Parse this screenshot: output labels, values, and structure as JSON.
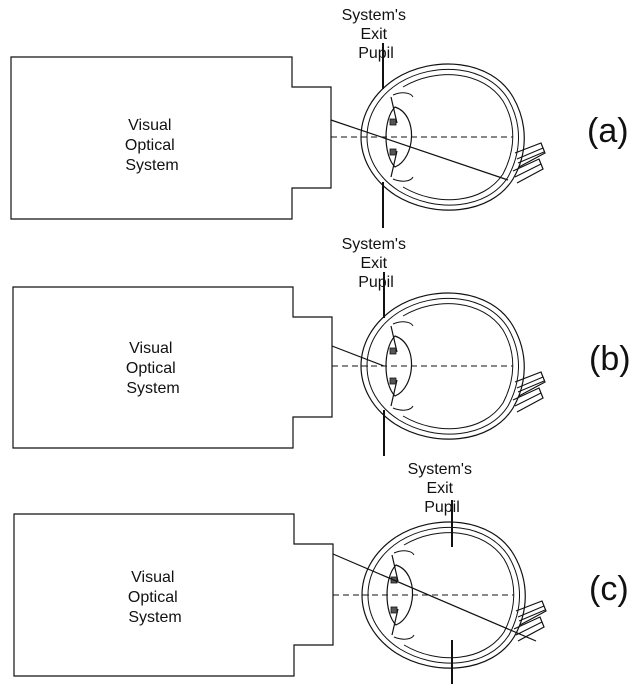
{
  "panels": [
    {
      "id": "a",
      "box_label": [
        "Visual",
        "Optical",
        "System"
      ],
      "pupil_label": [
        "System's",
        "Exit",
        "Pupil"
      ],
      "caption": "(a)"
    },
    {
      "id": "b",
      "box_label": [
        "Visual",
        "Optical",
        "System"
      ],
      "pupil_label": [
        "System's",
        "Exit",
        "Pupil"
      ],
      "caption": "(b)"
    },
    {
      "id": "c",
      "box_label": [
        "Visual",
        "Optical",
        "System"
      ],
      "pupil_label": [
        "System's",
        "Exit",
        "Pupil"
      ],
      "caption": "(c)"
    }
  ],
  "colors": {
    "line": "#111111",
    "background": "#ffffff"
  }
}
